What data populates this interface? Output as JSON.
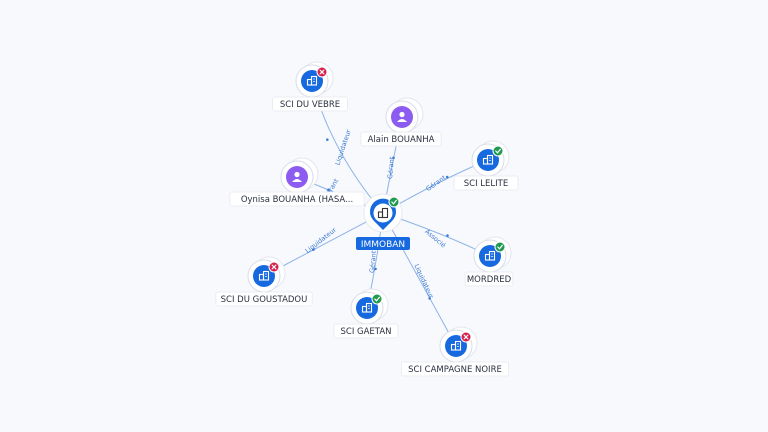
{
  "colors": {
    "company": "#1769e0",
    "person": "#8c5cf0",
    "active": "#1f9a4f",
    "closed": "#d8204b",
    "edge": "#8db3e8",
    "edge_label": "#3b7bd4"
  },
  "center": {
    "id": "immoban",
    "label": "IMMOBAN",
    "icon": "building-icon",
    "status": "active"
  },
  "nodes": [
    {
      "id": "sci-du-vebre",
      "label": "SCI DU VEBRE",
      "kind": "company",
      "icon": "building-icon",
      "status": "closed"
    },
    {
      "id": "alain-bouanha",
      "label": "Alain BOUANHA",
      "kind": "person",
      "icon": "person-icon",
      "status": ""
    },
    {
      "id": "oynisa-bouanha",
      "label": "Oynisa BOUANHA (HASA...",
      "kind": "person",
      "icon": "person-icon",
      "status": ""
    },
    {
      "id": "sci-lelite",
      "label": "SCI LELITE",
      "kind": "company",
      "icon": "building-icon",
      "status": "active"
    },
    {
      "id": "mordred",
      "label": "MORDRED",
      "kind": "company",
      "icon": "building-icon",
      "status": "active"
    },
    {
      "id": "sci-du-goustadou",
      "label": "SCI DU GOUSTADOU",
      "kind": "company",
      "icon": "building-icon",
      "status": "closed"
    },
    {
      "id": "sci-gaetan",
      "label": "SCI GAETAN",
      "kind": "company",
      "icon": "building-icon",
      "status": "active"
    },
    {
      "id": "sci-campagne-noire",
      "label": "SCI CAMPAGNE NOIRE",
      "kind": "company",
      "icon": "building-icon",
      "status": "closed"
    }
  ],
  "edges": [
    {
      "to": "sci-du-vebre",
      "label": "Liquidateur"
    },
    {
      "to": "alain-bouanha",
      "label": "Gérant"
    },
    {
      "to": "oynisa-bouanha",
      "label": "Gérant"
    },
    {
      "to": "sci-lelite",
      "label": "Gérant"
    },
    {
      "to": "mordred",
      "label": "Associé"
    },
    {
      "to": "sci-du-goustadou",
      "label": "Liquidateur"
    },
    {
      "to": "sci-gaetan",
      "label": "Gérant"
    },
    {
      "to": "sci-campagne-noire",
      "label": "Liquidateur"
    }
  ]
}
